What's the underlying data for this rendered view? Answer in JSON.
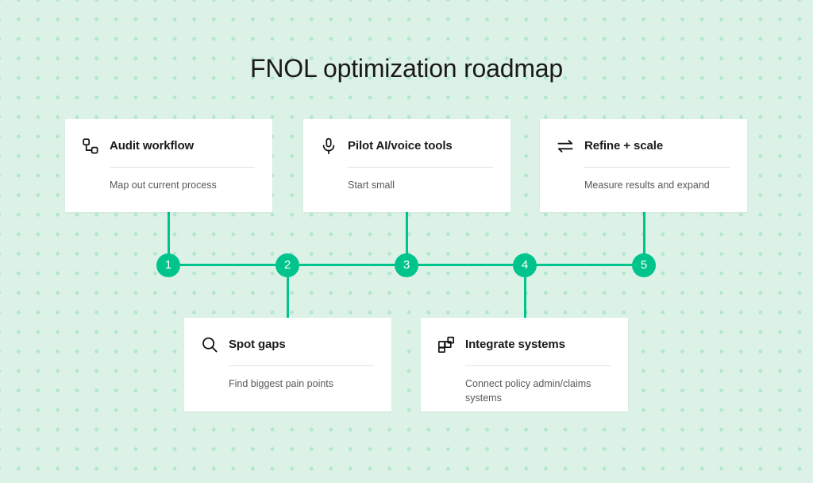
{
  "page": {
    "title": "FNOL optimization roadmap",
    "background_color": "#dcf2e7",
    "dot_color": "#b3e6cf",
    "accent_color": "#00c48c",
    "card_color": "#ffffff"
  },
  "timeline": {
    "nodes": [
      {
        "number": "1",
        "position": "above"
      },
      {
        "number": "2",
        "position": "below"
      },
      {
        "number": "3",
        "position": "above"
      },
      {
        "number": "4",
        "position": "below"
      },
      {
        "number": "5",
        "position": "above"
      }
    ]
  },
  "steps": [
    {
      "number": "1",
      "icon": "workflow-nodes-icon",
      "title": "Audit workflow",
      "description": "Map out current process"
    },
    {
      "number": "2",
      "icon": "search-icon",
      "title": "Spot gaps",
      "description": "Find biggest pain points"
    },
    {
      "number": "3",
      "icon": "microphone-icon",
      "title": "Pilot AI/voice tools",
      "description": "Start small"
    },
    {
      "number": "4",
      "icon": "blocks-grid-icon",
      "title": "Integrate systems",
      "description": "Connect policy admin/claims systems"
    },
    {
      "number": "5",
      "icon": "exchange-arrows-icon",
      "title": "Refine + scale",
      "description": "Measure results and expand"
    }
  ]
}
